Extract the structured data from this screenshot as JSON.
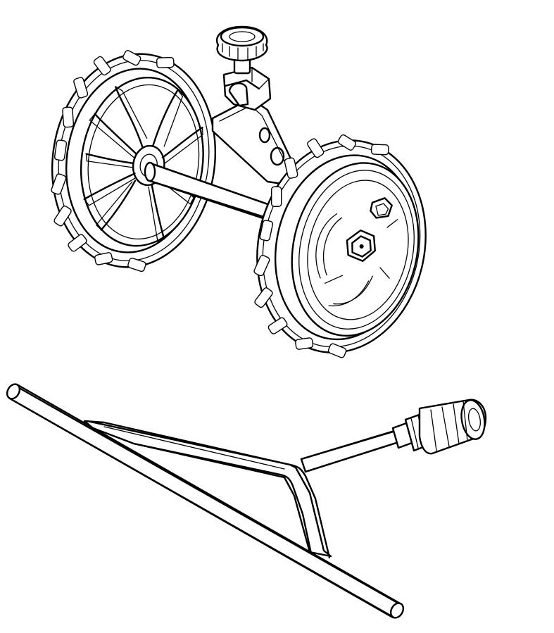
{
  "figure": {
    "background": "#ffffff",
    "line_color": "#000000",
    "style": "black line-art technical illustration",
    "parts": [
      {
        "name": "wheel-kit",
        "components": [
          "left-wheel",
          "right-wheel",
          "axle",
          "mounting-bracket",
          "clamp-knob"
        ]
      },
      {
        "name": "surface-cleaner-wand",
        "components": [
          "crossbar-tube",
          "support-frame",
          "extension-lance",
          "quick-connect-coupler"
        ]
      }
    ]
  }
}
